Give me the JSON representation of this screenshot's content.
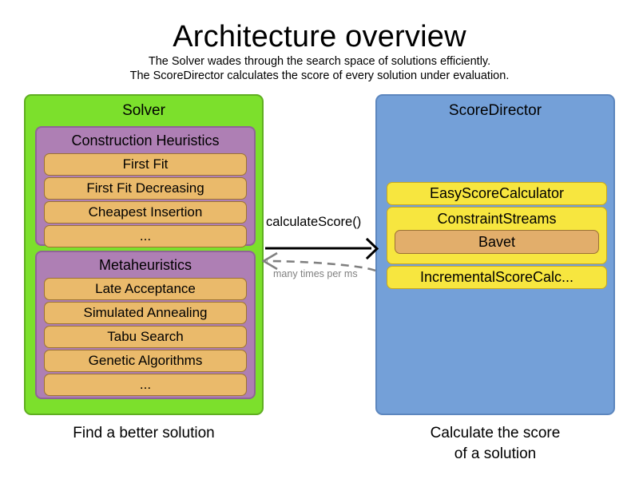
{
  "header": {
    "title": "Architecture overview",
    "subtitle_line1": "The Solver wades through the search space of solutions efficiently.",
    "subtitle_line2": "The ScoreDirector calculates the score of every solution under evaluation."
  },
  "solver": {
    "title": "Solver",
    "caption": "Find a better solution",
    "groups": [
      {
        "title": "Construction Heuristics",
        "items": [
          "First Fit",
          "First Fit Decreasing",
          "Cheapest Insertion",
          "..."
        ]
      },
      {
        "title": "Metaheuristics",
        "items": [
          "Late Acceptance",
          "Simulated Annealing",
          "Tabu Search",
          "Genetic Algorithms",
          "..."
        ]
      }
    ]
  },
  "score_director": {
    "title": "ScoreDirector",
    "caption_line1": "Calculate the score",
    "caption_line2": "of a solution",
    "calculators": [
      {
        "label": "EasyScoreCalculator",
        "children": []
      },
      {
        "label": "ConstraintStreams",
        "children": [
          "Bavet"
        ]
      },
      {
        "label": "IncrementalScoreCalc...",
        "children": []
      }
    ]
  },
  "arrows": {
    "forward_label": "calculateScore()",
    "return_label": "many times per ms"
  },
  "colors": {
    "solver_panel": "#7CE02C",
    "solver_panel_border": "#5FAE20",
    "score_director_panel": "#74A0D8",
    "score_director_panel_border": "#5C86BE",
    "group": "#AE7FB4",
    "group_border": "#8F6496",
    "item": "#EABA6B",
    "item_border": "#9C7233",
    "calculator": "#F7E63F",
    "calculator_border": "#C9A81B",
    "nested_item": "#E2AE6B",
    "arrow_solid": "#000000",
    "arrow_dashed": "#808080"
  }
}
